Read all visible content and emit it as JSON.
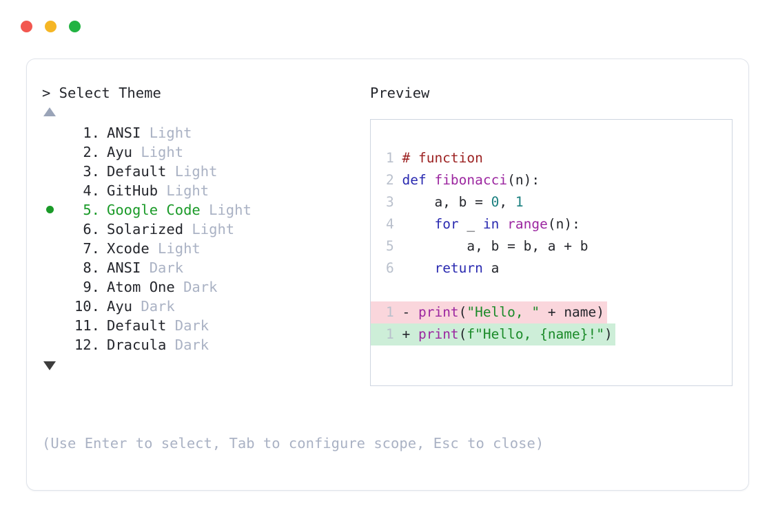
{
  "window": {
    "dots": [
      {
        "name": "close-dot",
        "color": "#f2574f"
      },
      {
        "name": "minimize-dot",
        "color": "#f5b625"
      },
      {
        "name": "maximize-dot",
        "color": "#22b342"
      }
    ]
  },
  "left": {
    "prompt": "> Select Theme",
    "scroll_up_icon": "triangle-up-icon",
    "scroll_down_icon": "triangle-down-icon",
    "selected_index": 5,
    "bullet_color": "#1a9a28",
    "items": [
      {
        "num": "1.",
        "name": "ANSI",
        "variant": "Light",
        "selected": false
      },
      {
        "num": "2.",
        "name": "Ayu",
        "variant": "Light",
        "selected": false
      },
      {
        "num": "3.",
        "name": "Default",
        "variant": "Light",
        "selected": false
      },
      {
        "num": "4.",
        "name": "GitHub",
        "variant": "Light",
        "selected": false
      },
      {
        "num": "5.",
        "name": "Google Code",
        "variant": "Light",
        "selected": true
      },
      {
        "num": "6.",
        "name": "Solarized",
        "variant": "Light",
        "selected": false
      },
      {
        "num": "7.",
        "name": "Xcode",
        "variant": "Light",
        "selected": false
      },
      {
        "num": "8.",
        "name": "ANSI",
        "variant": "Dark",
        "selected": false
      },
      {
        "num": "9.",
        "name": "Atom One",
        "variant": "Dark",
        "selected": false
      },
      {
        "num": "10.",
        "name": "Ayu",
        "variant": "Dark",
        "selected": false
      },
      {
        "num": "11.",
        "name": "Default",
        "variant": "Dark",
        "selected": false
      },
      {
        "num": "12.",
        "name": "Dracula",
        "variant": "Dark",
        "selected": false
      }
    ]
  },
  "hint": "(Use Enter to select, Tab to configure scope, Esc to close)",
  "preview": {
    "label": "Preview",
    "lines": [
      {
        "no": "1",
        "kind": "code",
        "tokens": [
          {
            "t": "# function",
            "c": "comment"
          }
        ]
      },
      {
        "no": "2",
        "kind": "code",
        "tokens": [
          {
            "t": "def ",
            "c": "kw"
          },
          {
            "t": "fibonacci",
            "c": "fn"
          },
          {
            "t": "(n):",
            "c": "plain"
          }
        ]
      },
      {
        "no": "3",
        "kind": "code",
        "tokens": [
          {
            "t": "    a, b = ",
            "c": "plain"
          },
          {
            "t": "0",
            "c": "num"
          },
          {
            "t": ", ",
            "c": "plain"
          },
          {
            "t": "1",
            "c": "num"
          }
        ]
      },
      {
        "no": "4",
        "kind": "code",
        "tokens": [
          {
            "t": "    ",
            "c": "plain"
          },
          {
            "t": "for",
            "c": "kw"
          },
          {
            "t": " _ ",
            "c": "plain"
          },
          {
            "t": "in",
            "c": "kw"
          },
          {
            "t": " ",
            "c": "plain"
          },
          {
            "t": "range",
            "c": "fn"
          },
          {
            "t": "(n):",
            "c": "plain"
          }
        ]
      },
      {
        "no": "5",
        "kind": "code",
        "tokens": [
          {
            "t": "        a, b = b, a + b",
            "c": "plain"
          }
        ]
      },
      {
        "no": "6",
        "kind": "code",
        "tokens": [
          {
            "t": "    ",
            "c": "plain"
          },
          {
            "t": "return",
            "c": "kw"
          },
          {
            "t": " a",
            "c": "plain"
          }
        ]
      },
      {
        "kind": "blank"
      },
      {
        "no": "1",
        "kind": "diff-del",
        "marker": "-",
        "tokens": [
          {
            "t": "print",
            "c": "fn"
          },
          {
            "t": "(",
            "c": "plain"
          },
          {
            "t": "\"Hello, \"",
            "c": "str"
          },
          {
            "t": " + name)",
            "c": "plain"
          }
        ]
      },
      {
        "no": "1",
        "kind": "diff-add",
        "marker": "+",
        "tokens": [
          {
            "t": "print",
            "c": "fn"
          },
          {
            "t": "(",
            "c": "plain"
          },
          {
            "t": "f\"Hello, {name}!\"",
            "c": "str"
          },
          {
            "t": ")",
            "c": "plain"
          }
        ]
      }
    ],
    "diff_del_bg": "#fad6dc",
    "diff_add_bg": "#cdeed8"
  }
}
